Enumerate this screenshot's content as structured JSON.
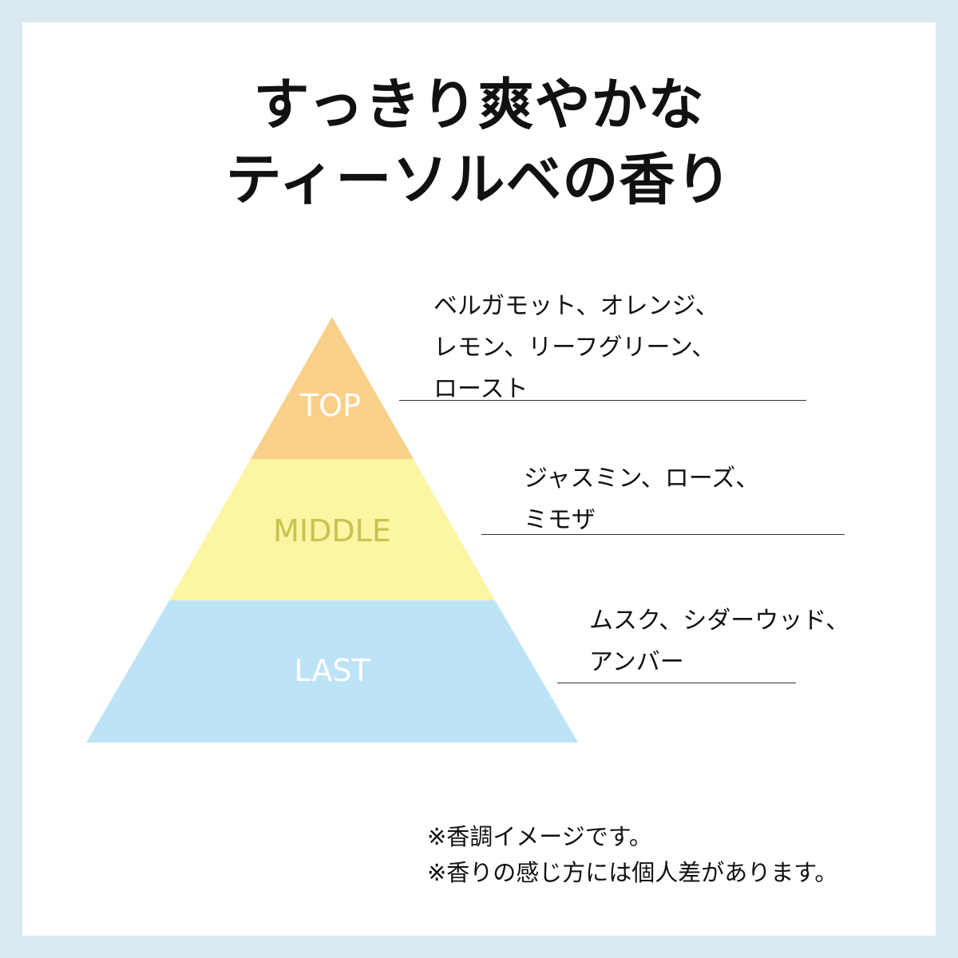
{
  "title": {
    "line1": "すっきり爽やかな",
    "line2": "ティーソルベの香り"
  },
  "pyramid": {
    "tiers": [
      {
        "label": "TOP",
        "fill": "#f8d08a",
        "label_color": "#ffffff"
      },
      {
        "label": "MIDDLE",
        "fill": "#fbf5a4",
        "label_color": "#c8c24f"
      },
      {
        "label": "LAST",
        "fill": "#bde3f6",
        "label_color": "#ffffff"
      }
    ]
  },
  "notes": {
    "top": {
      "line1": "ベルガモット、オレンジ、",
      "line2": "レモン、リーフグリーン、",
      "line3": "ロースト"
    },
    "middle": {
      "line1": "ジャスミン、ローズ、",
      "line2": "ミモザ"
    },
    "last": {
      "line1": "ムスク、シダーウッド、",
      "line2": "アンバー"
    }
  },
  "disclaimers": {
    "line1": "※香調イメージです。",
    "line2": "※香りの感じ方には個人差があります。"
  },
  "colors": {
    "background_frame": "#dbe9f0",
    "panel": "#ffffff",
    "text": "#111111"
  }
}
